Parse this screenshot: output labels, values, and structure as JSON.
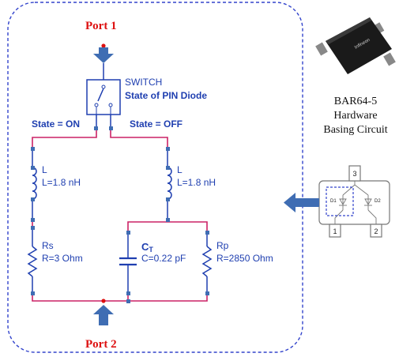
{
  "ports": {
    "port1": "Port 1",
    "port2": "Port 2"
  },
  "switch": {
    "title": "SWITCH",
    "subtitle": "State of PIN Diode"
  },
  "states": {
    "on": "State = ON",
    "off": "State = OFF"
  },
  "left_branch": {
    "inductor_name": "L",
    "inductor_value": "L=1.8 nH",
    "resistor_name": "Rs",
    "resistor_value": "R=3 Ohm"
  },
  "right_branch": {
    "inductor_name": "L",
    "inductor_value": "L=1.8 nH",
    "capacitor_name": "C",
    "capacitor_sub": "T",
    "capacitor_value": "C=0.22 pF",
    "resistor_name": "Rp",
    "resistor_value": "R=2850 Ohm"
  },
  "hardware": {
    "line1": "BAR64-5",
    "line2": "Hardware",
    "line3": "Basing Circuit"
  },
  "chip_package": {
    "brand": "Infineon",
    "pins": [
      "3",
      "1",
      "2"
    ],
    "diodes": [
      "D1",
      "D2"
    ]
  },
  "colors": {
    "wire": "#cc2266",
    "component": "#1f3fb0",
    "label": "#1f3fb0",
    "port_label": "#dd1111",
    "arrow": "#3f6db3",
    "frame": "#3344cc"
  }
}
